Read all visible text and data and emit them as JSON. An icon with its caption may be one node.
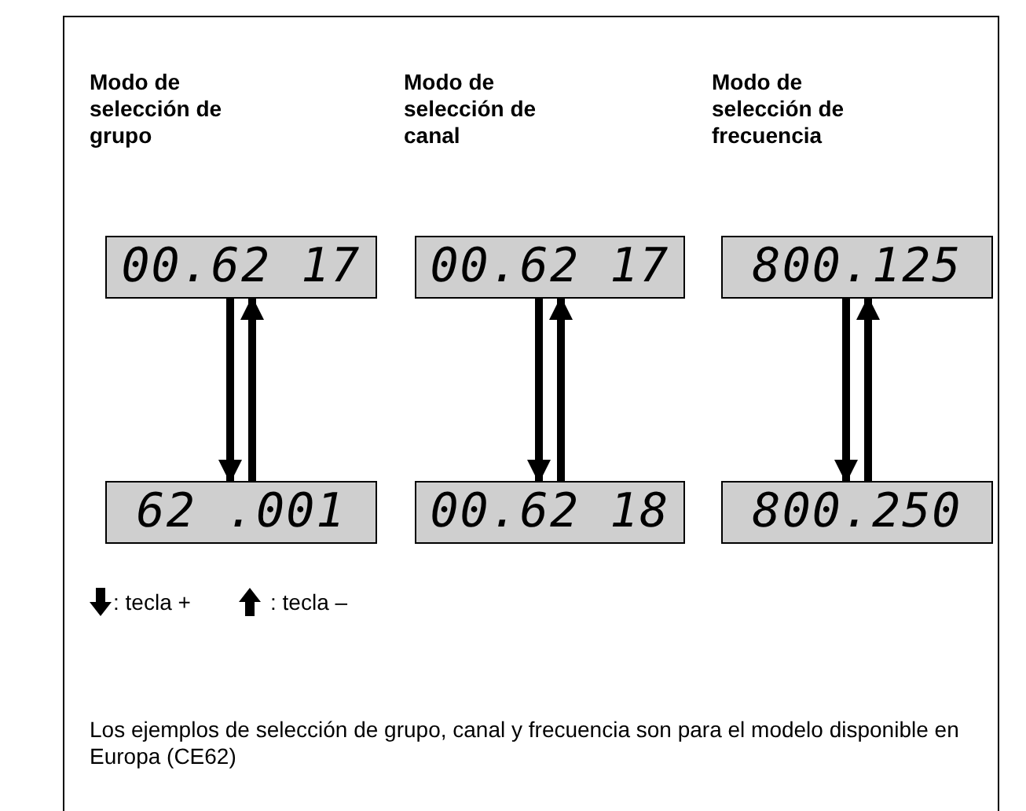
{
  "diagram": {
    "caption": "Los ejemplos de selección de grupo, canal y frecuencia son para el modelo disponible en Europa (CE62)",
    "nodes": [
      {
        "text": [
          "00.62 17"
        ]
      },
      {
        "text": [
          "00.62 17"
        ]
      },
      {
        "text": [
          "800.125"
        ]
      },
      {
        "text": [
          "62 .001"
        ]
      },
      {
        "text": [
          "00.62 18"
        ]
      },
      {
        "text": [
          "800.250"
        ]
      }
    ],
    "edges": [
      {
        "from": 0,
        "to": 3,
        "arrow": "to"
      },
      {
        "from": 3,
        "to": 0,
        "arrow": "to"
      },
      {
        "from": 1,
        "to": 4,
        "arrow": "to"
      },
      {
        "from": 4,
        "to": 1,
        "arrow": "to"
      },
      {
        "from": 2,
        "to": 5,
        "arrow": "to"
      },
      {
        "from": 5,
        "to": 2,
        "arrow": "to"
      }
    ],
    "labels": [
      "Modo de selección de grupo",
      "Modo de selección de canal",
      "Modo de selección de frecuencia"
    ],
    "legend": [
      {
        "text": ": tecla +"
      },
      {
        "text": ": tecla –"
      }
    ]
  }
}
